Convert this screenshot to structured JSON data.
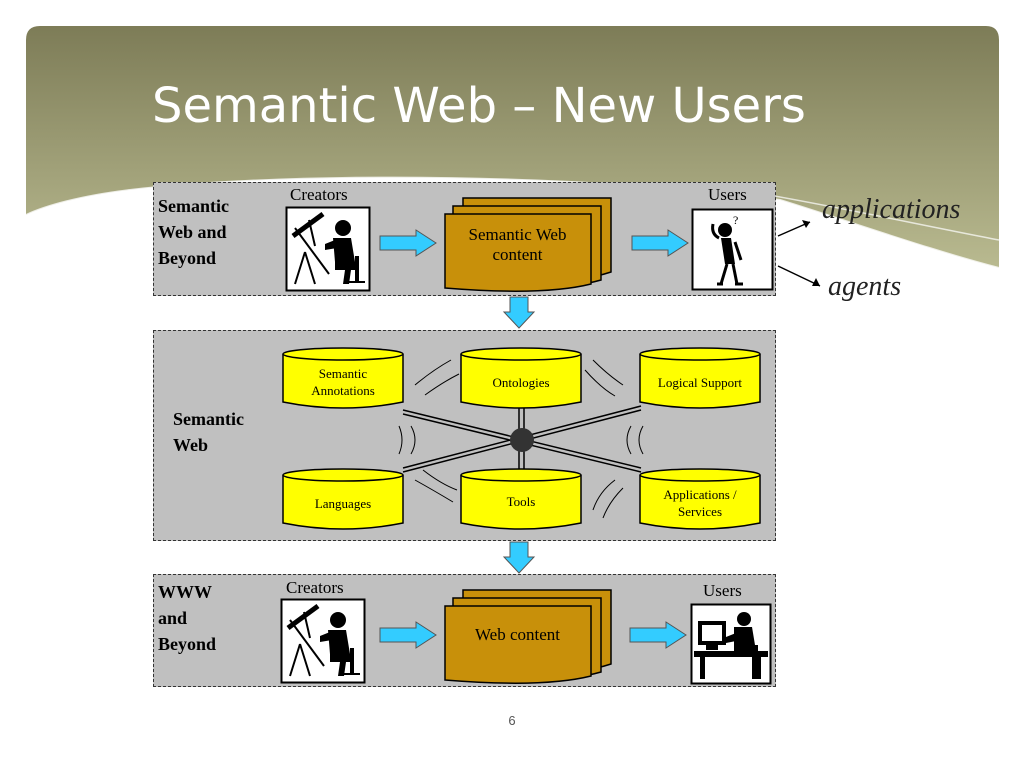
{
  "slide": {
    "title": "Semantic Web – New Users",
    "page_number": "6"
  },
  "colors": {
    "header_dark": "#7a7a55",
    "header_light": "#b8b98e",
    "panel_fill": "#c0c0c0",
    "document_fill": "#c8900a",
    "database_fill": "#ffff00",
    "arrow_fill": "#33ccff"
  },
  "top_layer": {
    "label": "Semantic\nWeb and\nBeyond",
    "creators_label": "Creators",
    "users_label": "Users",
    "content_label": "Semantic Web\ncontent",
    "outputs": [
      "applications",
      "agents"
    ]
  },
  "middle_layer": {
    "label": "Semantic\nWeb",
    "components": [
      "Semantic\nAnnotations",
      "Ontologies",
      "Logical Support",
      "Languages",
      "Tools",
      "Applications /\nServices"
    ]
  },
  "bottom_layer": {
    "label": "WWW\nand\nBeyond",
    "creators_label": "Creators",
    "users_label": "Users",
    "content_label": "Web content"
  },
  "icons": {
    "creator": "drafting-person-icon",
    "user_question": "confused-person-icon",
    "user_computer": "computer-user-icon",
    "hub": "hub-node-icon"
  }
}
